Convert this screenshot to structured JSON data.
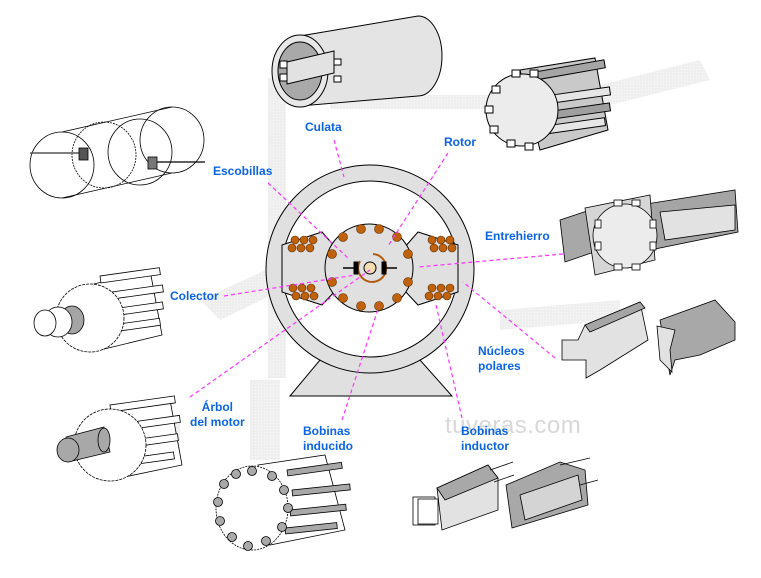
{
  "diagram": {
    "subject": "DC motor components",
    "watermark": "tuveras.com",
    "colors": {
      "label_text": "#0a64e6",
      "leader_line": "#ff33ff",
      "part_fill": "#e0e0e0",
      "part_shade": "#a8a8a8",
      "coil_copper": "#c0620c",
      "outline": "#000000"
    },
    "labels": {
      "culata": "Culata",
      "rotor": "Rotor",
      "escobillas": "Escobillas",
      "entrehierro": "Entrehierro",
      "colector": "Colector",
      "nucleos_line1": "Núcleos",
      "nucleos_line2": "polares",
      "arbol_line1": "Árbol",
      "arbol_line2": "del motor",
      "bob_inducido_line1": "Bobinas",
      "bob_inducido_line2": "inducido",
      "bob_inductor_line1": "Bobinas",
      "bob_inductor_line2": "inductor"
    },
    "parts": [
      "yoke (culata)",
      "rotor core",
      "brushes (escobillas)",
      "air gap + rotor in poles (entrehierro)",
      "commutator (colector)",
      "pole cores (núcleos polares)",
      "motor shaft (árbol del motor)",
      "armature coils (bobinas inducido)",
      "field coils (bobinas inductor)"
    ]
  }
}
